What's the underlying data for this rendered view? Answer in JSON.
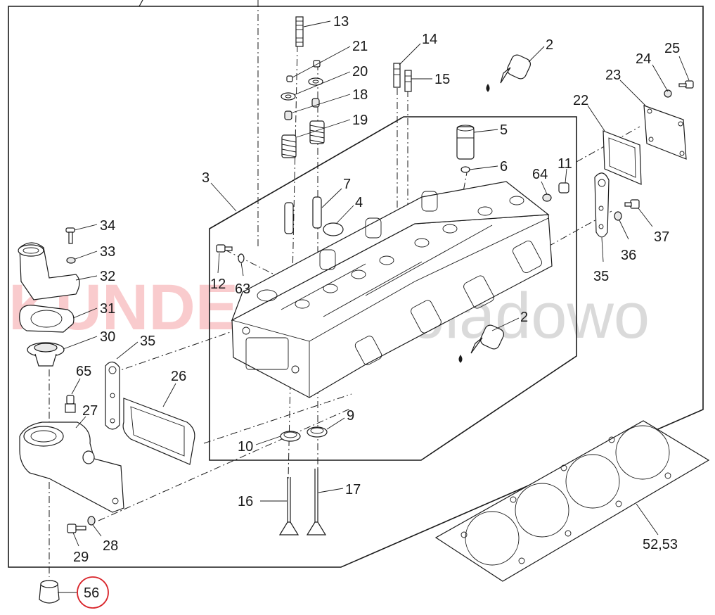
{
  "diagram": {
    "watermark": {
      "brand": "KUNDE",
      "suffix": "Poladowo",
      "brand_color": "#e8333a",
      "suffix_color": "#c8c8c8"
    },
    "highlight_color": "#d9262c",
    "callouts": {
      "c13": "13",
      "c21": "21",
      "c20": "20",
      "c18": "18",
      "c19": "19",
      "c14": "14",
      "c15": "15",
      "c2a": "2",
      "c2b": "2",
      "c24": "24",
      "c25": "25",
      "c23": "23",
      "c22": "22",
      "c5": "5",
      "c6": "6",
      "c3": "3",
      "c7": "7",
      "c4": "4",
      "c64": "64",
      "c11": "11",
      "c34": "34",
      "c33": "33",
      "c32": "32",
      "c31": "31",
      "c30": "30",
      "c12": "12",
      "c63": "63",
      "c35a": "35",
      "c35b": "35",
      "c36": "36",
      "c37": "37",
      "c65": "65",
      "c26": "26",
      "c27": "27",
      "c9": "9",
      "c10": "10",
      "c16": "16",
      "c17": "17",
      "c28": "28",
      "c29": "29",
      "c52_53": "52,53",
      "c56": "56"
    }
  }
}
